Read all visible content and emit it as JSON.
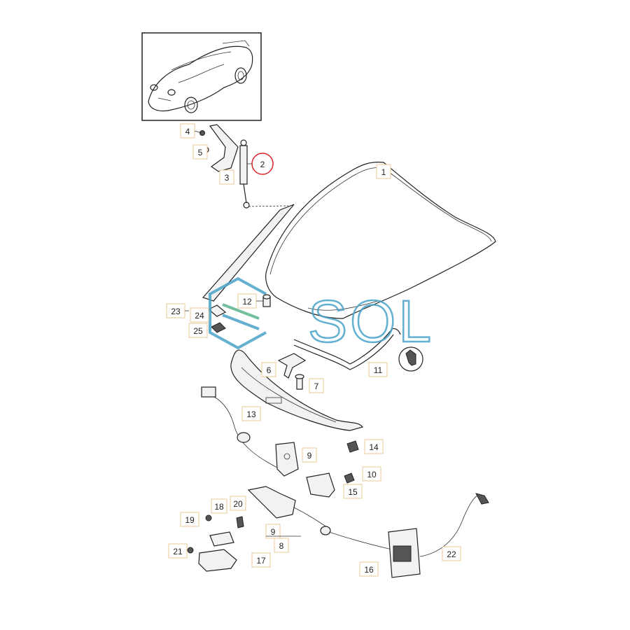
{
  "watermark": {
    "text": "SOL",
    "colors": {
      "primary": "#4aa3c9",
      "accent": "#5ab58c"
    }
  },
  "highlight_color": "#d9262c",
  "callouts": [
    {
      "id": "c4",
      "label": "4"
    },
    {
      "id": "c5",
      "label": "5"
    },
    {
      "id": "c3",
      "label": "3"
    },
    {
      "id": "c2",
      "label": "2"
    },
    {
      "id": "c1",
      "label": "1"
    },
    {
      "id": "c12",
      "label": "12"
    },
    {
      "id": "c23",
      "label": "23"
    },
    {
      "id": "c24",
      "label": "24"
    },
    {
      "id": "c25",
      "label": "25"
    },
    {
      "id": "c11",
      "label": "11"
    },
    {
      "id": "c6",
      "label": "6"
    },
    {
      "id": "c7",
      "label": "7"
    },
    {
      "id": "c13",
      "label": "13"
    },
    {
      "id": "c14",
      "label": "14"
    },
    {
      "id": "c9a",
      "label": "9"
    },
    {
      "id": "c10",
      "label": "10"
    },
    {
      "id": "c15",
      "label": "15"
    },
    {
      "id": "c18",
      "label": "18"
    },
    {
      "id": "c20",
      "label": "20"
    },
    {
      "id": "c19",
      "label": "19"
    },
    {
      "id": "c9b",
      "label": "9"
    },
    {
      "id": "c8",
      "label": "8"
    },
    {
      "id": "c21",
      "label": "21"
    },
    {
      "id": "c17",
      "label": "17"
    },
    {
      "id": "c16",
      "label": "16"
    },
    {
      "id": "c22",
      "label": "22"
    }
  ]
}
